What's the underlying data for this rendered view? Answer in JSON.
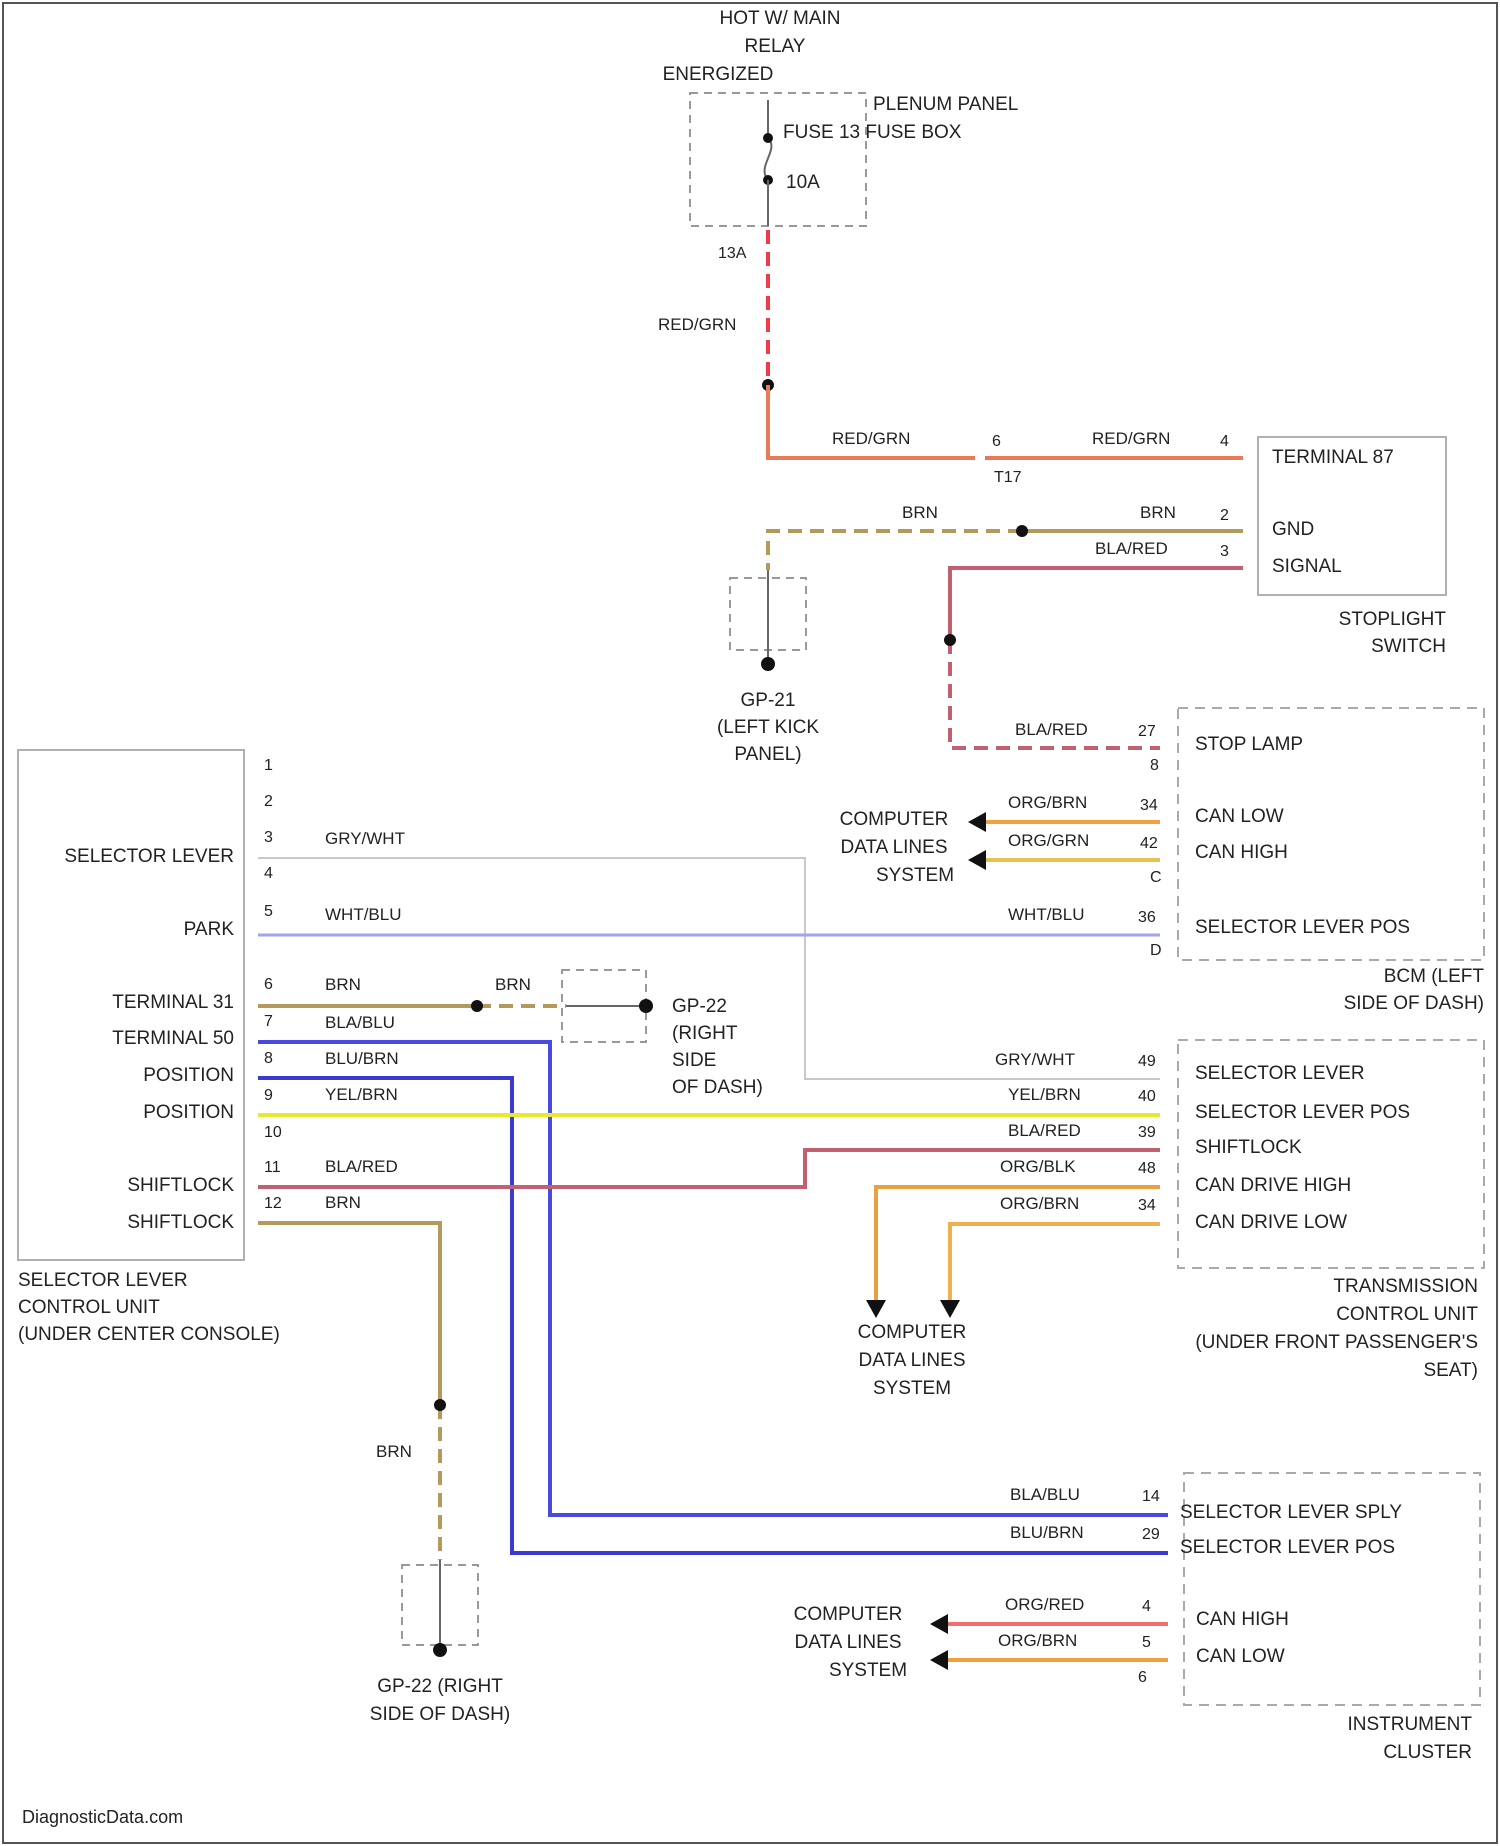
{
  "title": "",
  "watermark": "DiagnosticData.com",
  "top_source": [
    "HOT W/ MAIN",
    "RELAY",
    "ENERGIZED"
  ],
  "fuse": {
    "box_label": "PLENUM PANEL",
    "fuse_label": "FUSE 13 FUSE BOX",
    "rating": "10A",
    "pin": "13A"
  },
  "colors": {
    "red_grn": "#e87a5a",
    "red_grn_dash": "#ef3b4a",
    "brn": "#b39a5a",
    "bla_red": "#c06070",
    "gry_wht": "#c0c0c0",
    "wht_blu": "#9fa3f0",
    "bla_blu": "#4a4ae0",
    "blu_brn": "#3a3ad0",
    "yel_brn": "#e8e830",
    "org_brn": "#f0a040",
    "org_blk": "#e8a040",
    "org_red": "#f07070",
    "component_border": "#b0b0b0"
  },
  "wires": {
    "red_grn_1": "RED/GRN",
    "red_grn_2": "RED/GRN",
    "red_grn_3": "RED/GRN",
    "connector_t": "T17",
    "pin_a": "6",
    "pin_b": "4",
    "brn_1": "BRN",
    "brn_2": "BRN",
    "brn_pin": "2",
    "blared_1": "BLA/RED",
    "blared_pin": "3",
    "blared_2": "BLA/RED",
    "pin_27": "27",
    "pin_8": "8",
    "orgbrn_1": "ORG/BRN",
    "pin_34a": "34",
    "orgbrn_2": "ORG/GRN",
    "pin_42": "42",
    "pin_c": "C",
    "whtblu_1": "WHT/BLU",
    "whtblu_2": "WHT/BLU",
    "pin_36": "36",
    "pin_d": "D",
    "gry_wht_1": "GRY/WHT",
    "gry_wht_2": "GRY/WHT",
    "pin_49": "49",
    "brn_3": "BRN",
    "brn_4": "BRN",
    "blablu_1": "BLA/BLU",
    "blubrn_1": "BLU/BRN",
    "yelbrn_1": "YEL/BRN",
    "yelbrn_2": "YEL/BRN",
    "pin_40": "40",
    "blared_3": "BLA/RED",
    "blared_4": "BLA/RED",
    "pin_39": "39",
    "orgblk": "ORG/BLK",
    "pin_48": "48",
    "orgbrn_3": "ORG/BRN",
    "pin_34b": "34",
    "brn_5": "BRN",
    "blablu_2": "BLA/BLU",
    "pin_14": "14",
    "blubrn_2": "BLU/BRN",
    "pin_29": "29",
    "orgred": "ORG/RED",
    "pin_4": "4",
    "orgbrn_4": "ORG/BRN",
    "pin_5": "5",
    "pin_6": "6"
  },
  "grounds": {
    "g21": [
      "GP-21",
      "(LEFT KICK",
      "PANEL)"
    ],
    "g22a": [
      "GP-22",
      "(RIGHT",
      "SIDE",
      "OF DASH)"
    ],
    "g22b": [
      "GP-22 (RIGHT",
      "SIDE OF DASH)"
    ]
  },
  "stoplight_switch": {
    "name": [
      "STOPLIGHT",
      "SWITCH"
    ],
    "pins": [
      "TERMINAL 87",
      "GND",
      "SIGNAL"
    ]
  },
  "bcm": {
    "name": [
      "BCM (LEFT",
      "SIDE OF DASH)"
    ],
    "pins": [
      "STOP LAMP",
      "CAN LOW",
      "CAN HIGH",
      "SELECTOR LEVER POS"
    ]
  },
  "tcu": {
    "name": [
      "TRANSMISSION",
      "CONTROL UNIT",
      "(UNDER FRONT PASSENGER'S",
      "SEAT)"
    ],
    "pins": [
      "SELECTOR LEVER",
      "SELECTOR LEVER POS",
      "SHIFTLOCK",
      "CAN DRIVE HIGH",
      "CAN DRIVE LOW"
    ]
  },
  "ic": {
    "name": [
      "INSTRUMENT",
      "CLUSTER"
    ],
    "pins": [
      "SELECTOR LEVER SPLY",
      "SELECTOR LEVER POS",
      "CAN HIGH",
      "CAN LOW"
    ]
  },
  "slcu": {
    "name": [
      "SELECTOR LEVER",
      "CONTROL UNIT",
      "(UNDER CENTER CONSOLE)"
    ],
    "pin_numbers": [
      "1",
      "2",
      "3",
      "4",
      "5",
      "6",
      "7",
      "8",
      "9",
      "10",
      "11",
      "12"
    ],
    "pin_labels": {
      "3": "SELECTOR LEVER",
      "5": "PARK",
      "6": "TERMINAL 31",
      "7": "TERMINAL 50",
      "8": "POSITION",
      "9": "POSITION",
      "11": "SHIFTLOCK",
      "12": "SHIFTLOCK"
    }
  },
  "cdls": {
    "bcm": [
      "COMPUTER",
      "DATA LINES",
      "SYSTEM"
    ],
    "tcu": [
      "COMPUTER",
      "DATA LINES",
      "SYSTEM"
    ],
    "ic": [
      "COMPUTER",
      "DATA LINES",
      "SYSTEM"
    ]
  }
}
